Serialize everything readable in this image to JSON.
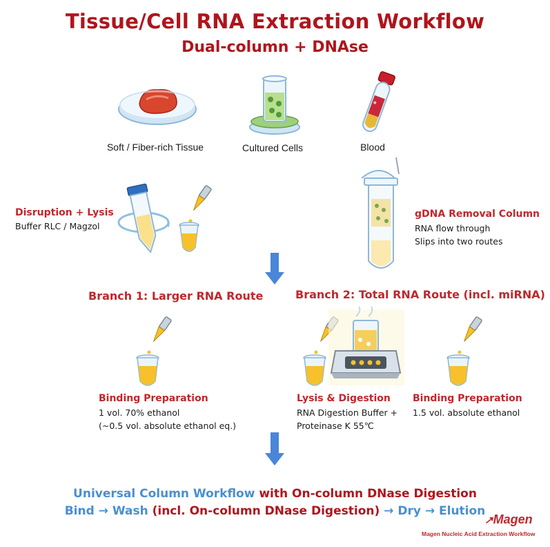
{
  "title": "Tissue/Cell RNA Extraction Workflow",
  "subtitle": "Dual-column + DNAse",
  "sources": [
    {
      "label": "Soft / Fiber-rich  Tissue",
      "icon": "tissue-petri-dish-icon"
    },
    {
      "label": "Cultured  Cells",
      "icon": "cell-culture-beaker-icon"
    },
    {
      "label": "Blood",
      "icon": "blood-tube-icon"
    }
  ],
  "disruption": {
    "heading": "Disruption + Lysis",
    "line1": "Buffer RLC / Magzol"
  },
  "gdna": {
    "heading": "gDNA Removal Column",
    "line1": "RNA flow through",
    "line2": "Slips into two routes"
  },
  "branch1": {
    "heading": "Branch 1: Larger RNA Route",
    "binding": {
      "heading": "Binding  Preparation",
      "line1": "1 vol. 70% ethanol",
      "line2": "(~0.5 vol. absolute ethanol eq.)"
    }
  },
  "branch2": {
    "heading": "Branch 2: Total RNA Route (incl. miRNA)",
    "digestion": {
      "heading": "Lysis  & Digestion",
      "line1": "RNA Digestion Buffer +",
      "line2": "Proteinase K  55℃"
    },
    "binding": {
      "heading": "Binding Preparation",
      "line1": "1.5 vol. absolute ethanol"
    }
  },
  "footer": {
    "line1_a": "Universal  Column  Workflow",
    "line1_b": " with On-column DNase Digestion",
    "line2_a": "Bind → Wash",
    "line2_b": " (incl. On-column DNase Digestion)",
    "line2_c": " → Dry → Elution"
  },
  "brand": {
    "logo": "Magen",
    "tagline": "Magen Nucleic Acid Extraction Workflow"
  },
  "colors": {
    "accent_red": "#c0272d",
    "title_red": "#b0141c",
    "blue": "#4a8fd0",
    "arrow": "#4a86d8",
    "tube_yellow": "#f6c12a"
  }
}
